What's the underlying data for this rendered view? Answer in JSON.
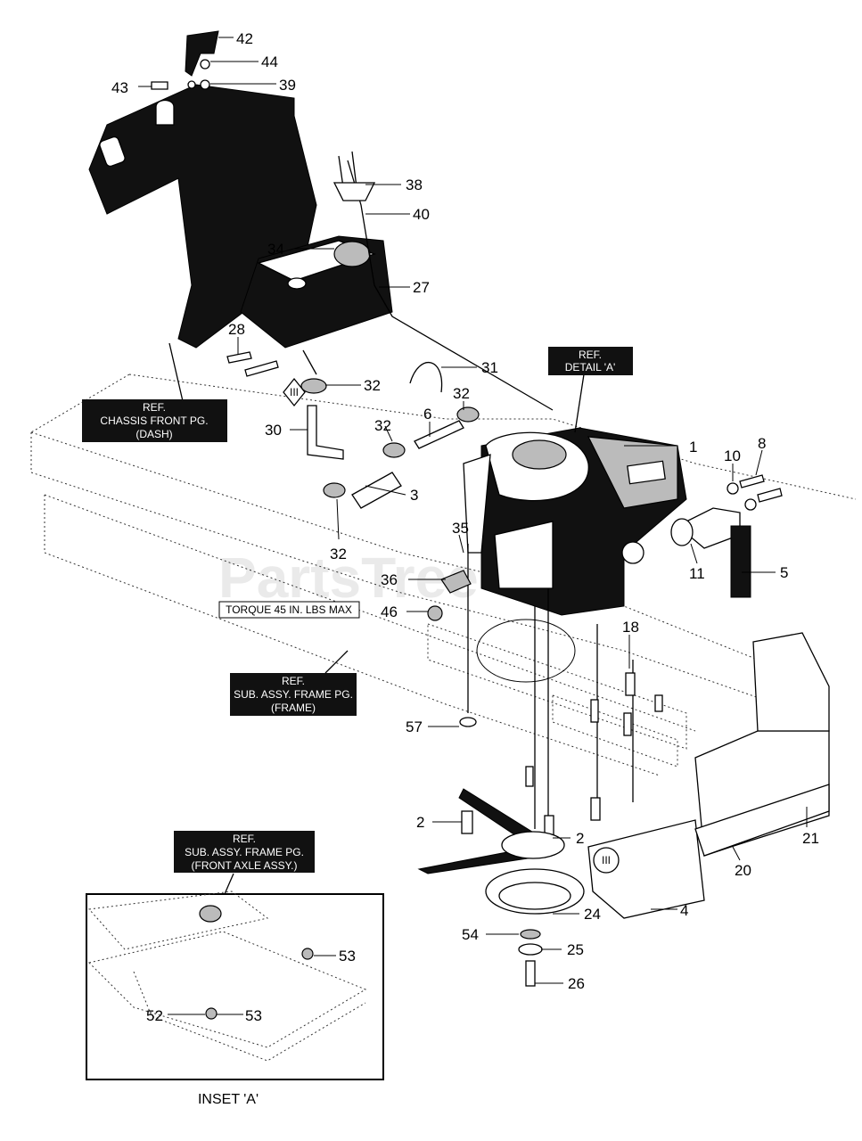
{
  "watermark": "PartsTree",
  "callouts": {
    "c42": "42",
    "c44": "44",
    "c43": "43",
    "c39": "39",
    "c38": "38",
    "c40": "40",
    "c34": "34",
    "c27": "27",
    "c28": "28",
    "c31": "31",
    "c32a": "32",
    "c30": "30",
    "c6": "6",
    "c32b": "32",
    "c32c": "32",
    "c3": "3",
    "c32d": "32",
    "c1": "1",
    "c10": "10",
    "c8": "8",
    "c35": "35",
    "c36": "36",
    "c46": "46",
    "c11": "11",
    "c5": "5",
    "c18": "18",
    "c57": "57",
    "c2a": "2",
    "c2b": "2",
    "c21": "21",
    "c20": "20",
    "c24": "24",
    "c4": "4",
    "c54": "54",
    "c25": "25",
    "c26": "26",
    "c53a": "53",
    "c52": "52",
    "c53b": "53"
  },
  "boxes": {
    "ref_detail_a": [
      "REF.",
      "DETAIL 'A'"
    ],
    "chassis_front": [
      "REF.",
      "CHASSIS FRONT PG.",
      "(DASH)"
    ],
    "frame_pg": [
      "REF.",
      "SUB. ASSY. FRAME PG.",
      "(FRAME)"
    ],
    "front_axle": [
      "REF.",
      "SUB. ASSY. FRAME PG.",
      "(FRONT AXLE ASSY.)"
    ]
  },
  "torque_label": "TORQUE 45 IN. LBS MAX",
  "roman_marks": {
    "m1": "III",
    "m2": "III"
  },
  "inset_caption": "INSET 'A'"
}
